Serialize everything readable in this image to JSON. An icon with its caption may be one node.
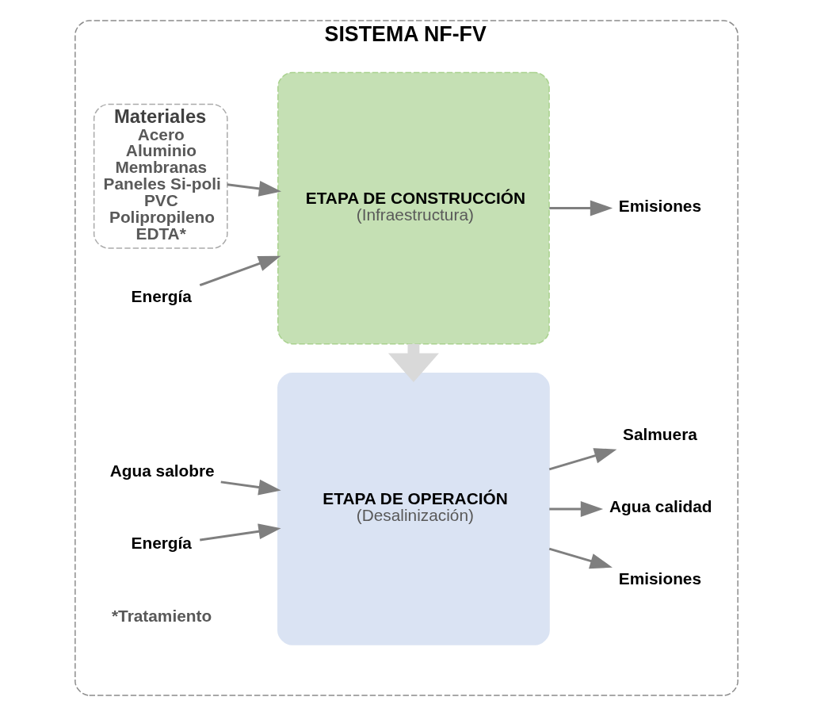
{
  "diagram": {
    "nodes": [
      {
        "text": [
          "SISTEMA NF-FV"
        ]
      },
      {
        "text": [
          "Materiales",
          "Acero",
          "Aluminio",
          "Membranas",
          "Paneles Si-poli",
          "PVC",
          "Polipropileno",
          "EDTA*"
        ],
        "in": 0
      },
      {
        "text": [
          "Energía"
        ],
        "in": 0
      },
      {
        "text": [
          "ETAPA DE CONSTRUCCIÓN",
          "(Infraestructura)"
        ],
        "in": 0
      },
      {
        "text": [
          "Emisiones"
        ],
        "in": 0
      },
      {
        "text": [
          "Agua salobre"
        ],
        "in": 0
      },
      {
        "text": [
          "Energía"
        ],
        "in": 0
      },
      {
        "text": [
          "ETAPA DE OPERACIÓN",
          "(Desalinización)"
        ],
        "in": 0
      },
      {
        "text": [
          "Agua calidad"
        ],
        "in": 0
      },
      {
        "text": [
          "Salmuera"
        ],
        "in": 0
      },
      {
        "text": [
          "Emisiones"
        ],
        "in": 0
      }
    ],
    "edges": [
      {
        "from": 1,
        "to": 3,
        "arrow": "to"
      },
      {
        "from": 2,
        "to": 3,
        "arrow": "to"
      },
      {
        "from": 3,
        "to": 4,
        "arrow": "to"
      },
      {
        "from": 3,
        "to": 7,
        "arrow": "to",
        "style": "thick",
        "color": "#d9d9d9"
      },
      {
        "from": 5,
        "to": 7,
        "arrow": "to"
      },
      {
        "from": 6,
        "to": 7,
        "arrow": "to"
      },
      {
        "from": 7,
        "to": 8,
        "arrow": "to"
      },
      {
        "from": 7,
        "to": 9,
        "arrow": "to"
      },
      {
        "from": 7,
        "to": 10,
        "arrow": "to"
      }
    ],
    "labels": [
      "*Tratamiento"
    ]
  }
}
